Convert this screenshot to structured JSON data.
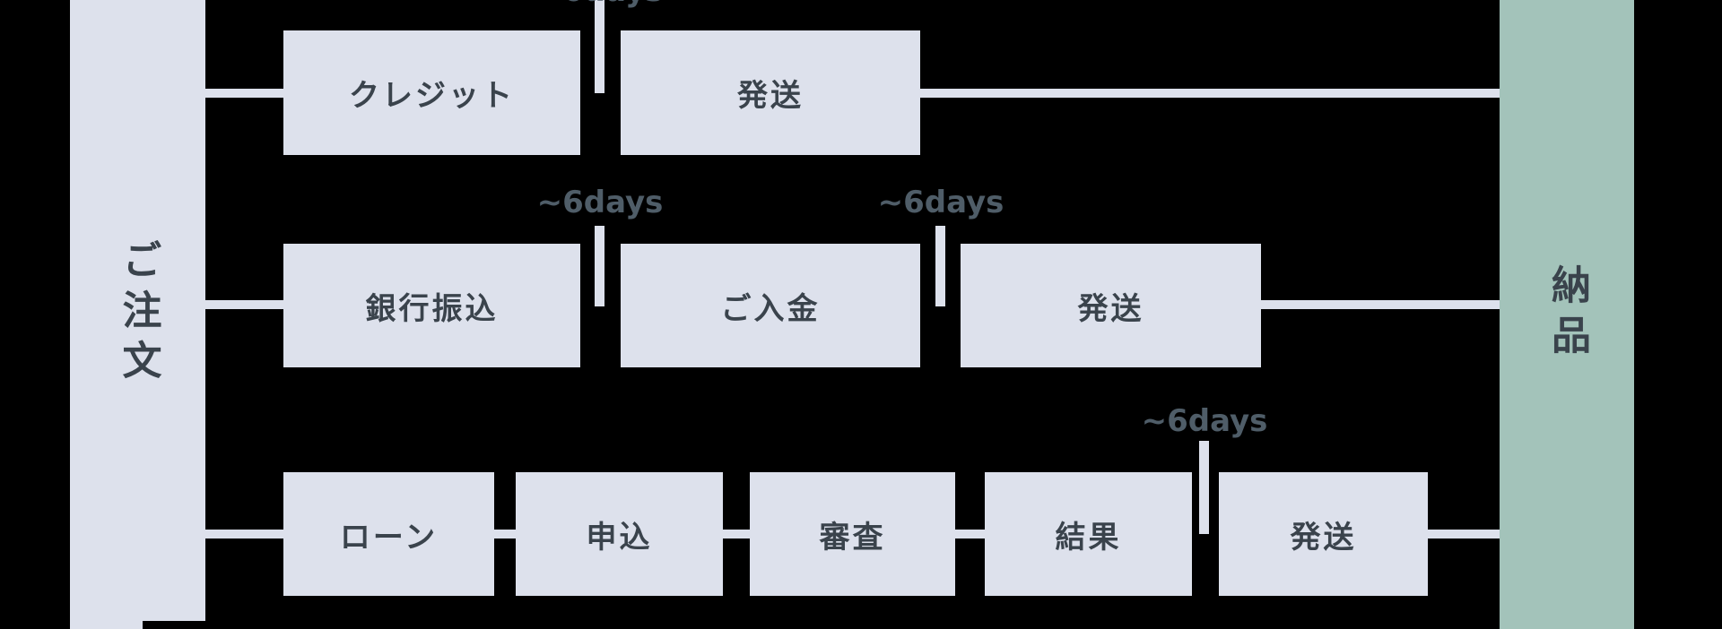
{
  "left_bar": {
    "label": "ご注文"
  },
  "right_bar": {
    "label": "納品"
  },
  "duration_label": "~6days",
  "rows": [
    {
      "name": "credit-flow",
      "boxes": [
        "クレジット",
        "発送"
      ]
    },
    {
      "name": "bank-transfer-flow",
      "boxes": [
        "銀行振込",
        "ご入金",
        "発送"
      ]
    },
    {
      "name": "loan-flow",
      "boxes": [
        "ローン",
        "申込",
        "審査",
        "結果",
        "発送"
      ]
    }
  ],
  "colors": {
    "background": "#000000",
    "box_fill": "#dde1ec",
    "start_bar_fill": "#dde1ec",
    "end_bar_fill": "#a3c3ba",
    "box_text": "#3a434c",
    "duration_text": "#4f5d68",
    "connector": "#dde1ec"
  }
}
